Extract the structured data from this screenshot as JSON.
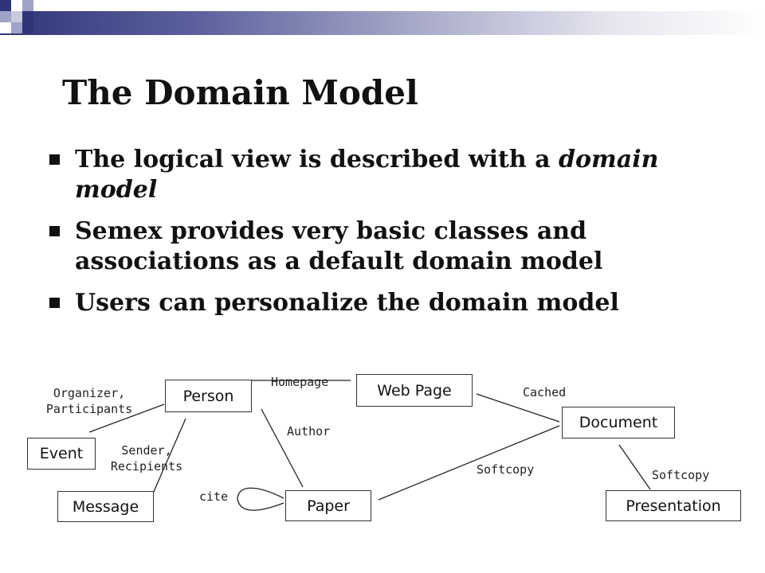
{
  "title": "The Domain Model",
  "bullets": [
    {
      "text": "The logical view is described with a ",
      "emphasis": "domain model"
    },
    {
      "text": "Semex provides very basic classes and associations as a default domain model",
      "emphasis": ""
    },
    {
      "text": "Users can personalize the domain model",
      "emphasis": ""
    }
  ],
  "diagram": {
    "nodes": {
      "person": "Person",
      "web_page": "Web Page",
      "document": "Document",
      "event": "Event",
      "message": "Message",
      "paper": "Paper",
      "presentation": "Presentation"
    },
    "edge_labels": {
      "organizer_line1": "Organizer,",
      "organizer_line2": "Participants",
      "homepage": "Homepage",
      "cached": "Cached",
      "author": "Author",
      "sender_line1": "Sender,",
      "sender_line2": "Recipients",
      "softcopy_paper": "Softcopy",
      "softcopy_presentation": "Softcopy",
      "cite": "cite"
    }
  },
  "colors": {
    "header_dark": "#30357a",
    "header_light": "#9fa3c8"
  }
}
